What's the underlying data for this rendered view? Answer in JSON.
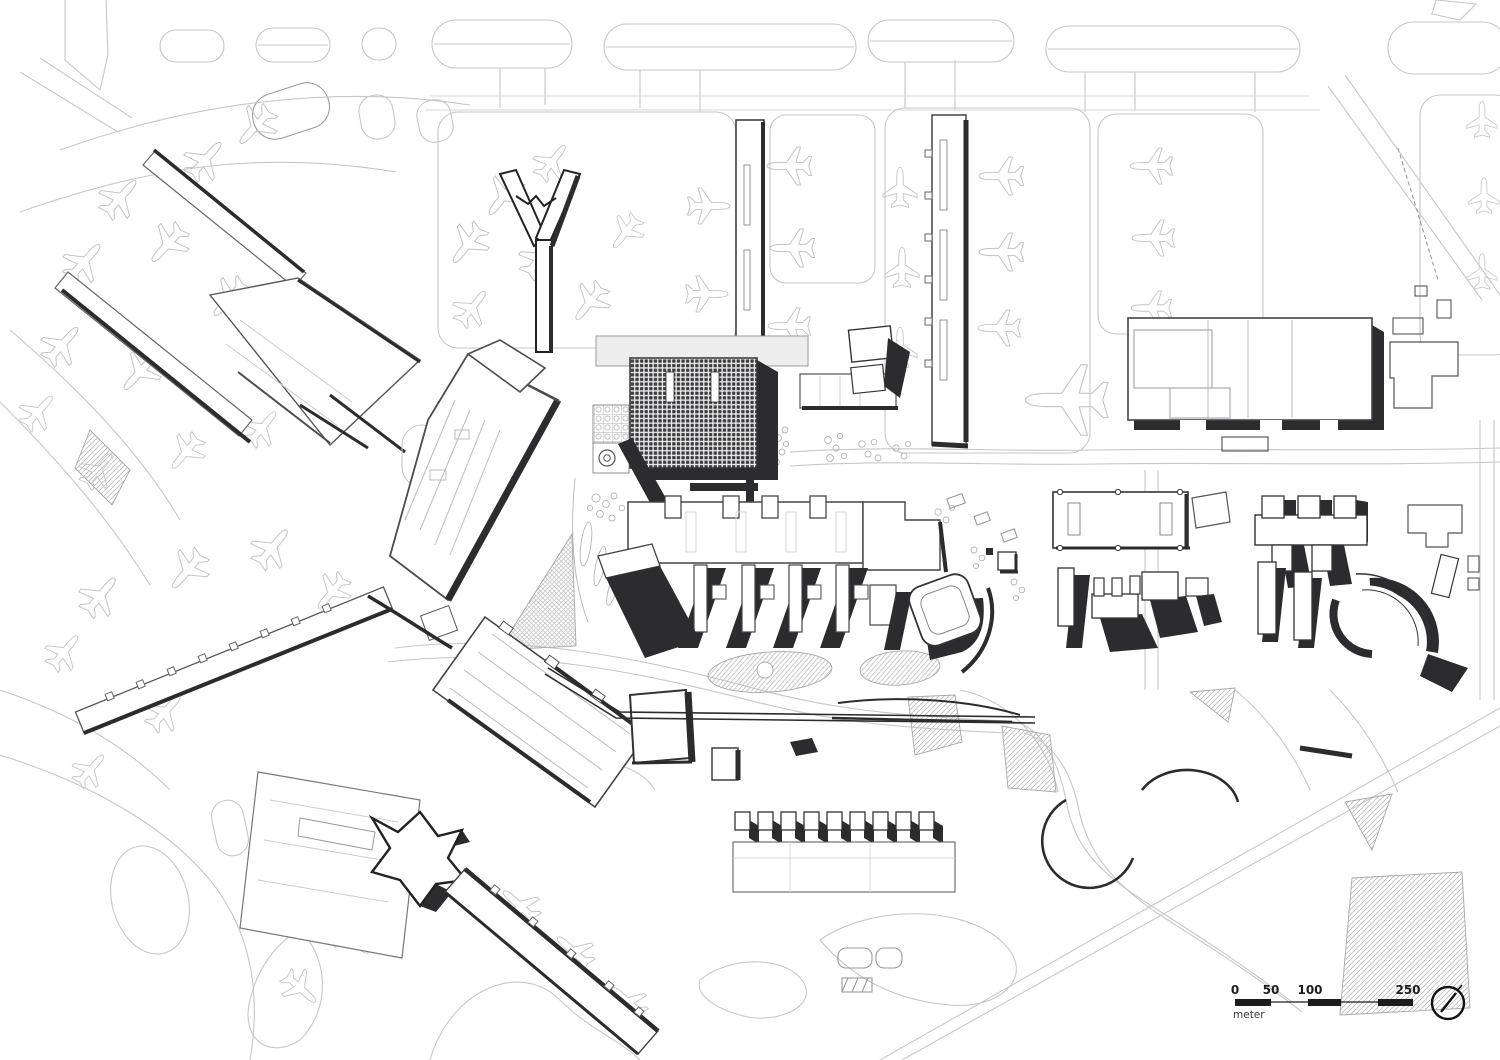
{
  "drawing": {
    "kind": "airport-terminal-site-plan",
    "scale_bar": {
      "tick_labels": [
        "0",
        "50",
        "100",
        "250"
      ],
      "unit_label": "meter"
    },
    "icons": {
      "north_arrow_icon": "circle-with-needle",
      "aircraft_icon": "airplane-outline"
    },
    "colors": {
      "background": "#ffffff",
      "line_light": "#c7c7c7",
      "line_medium": "#9a9a9a",
      "line_dark": "#4c4c4c",
      "ink_shadow": "#2c2c2f",
      "fill_light": "#ededed",
      "roof_grid": "#3c3c3f"
    }
  }
}
